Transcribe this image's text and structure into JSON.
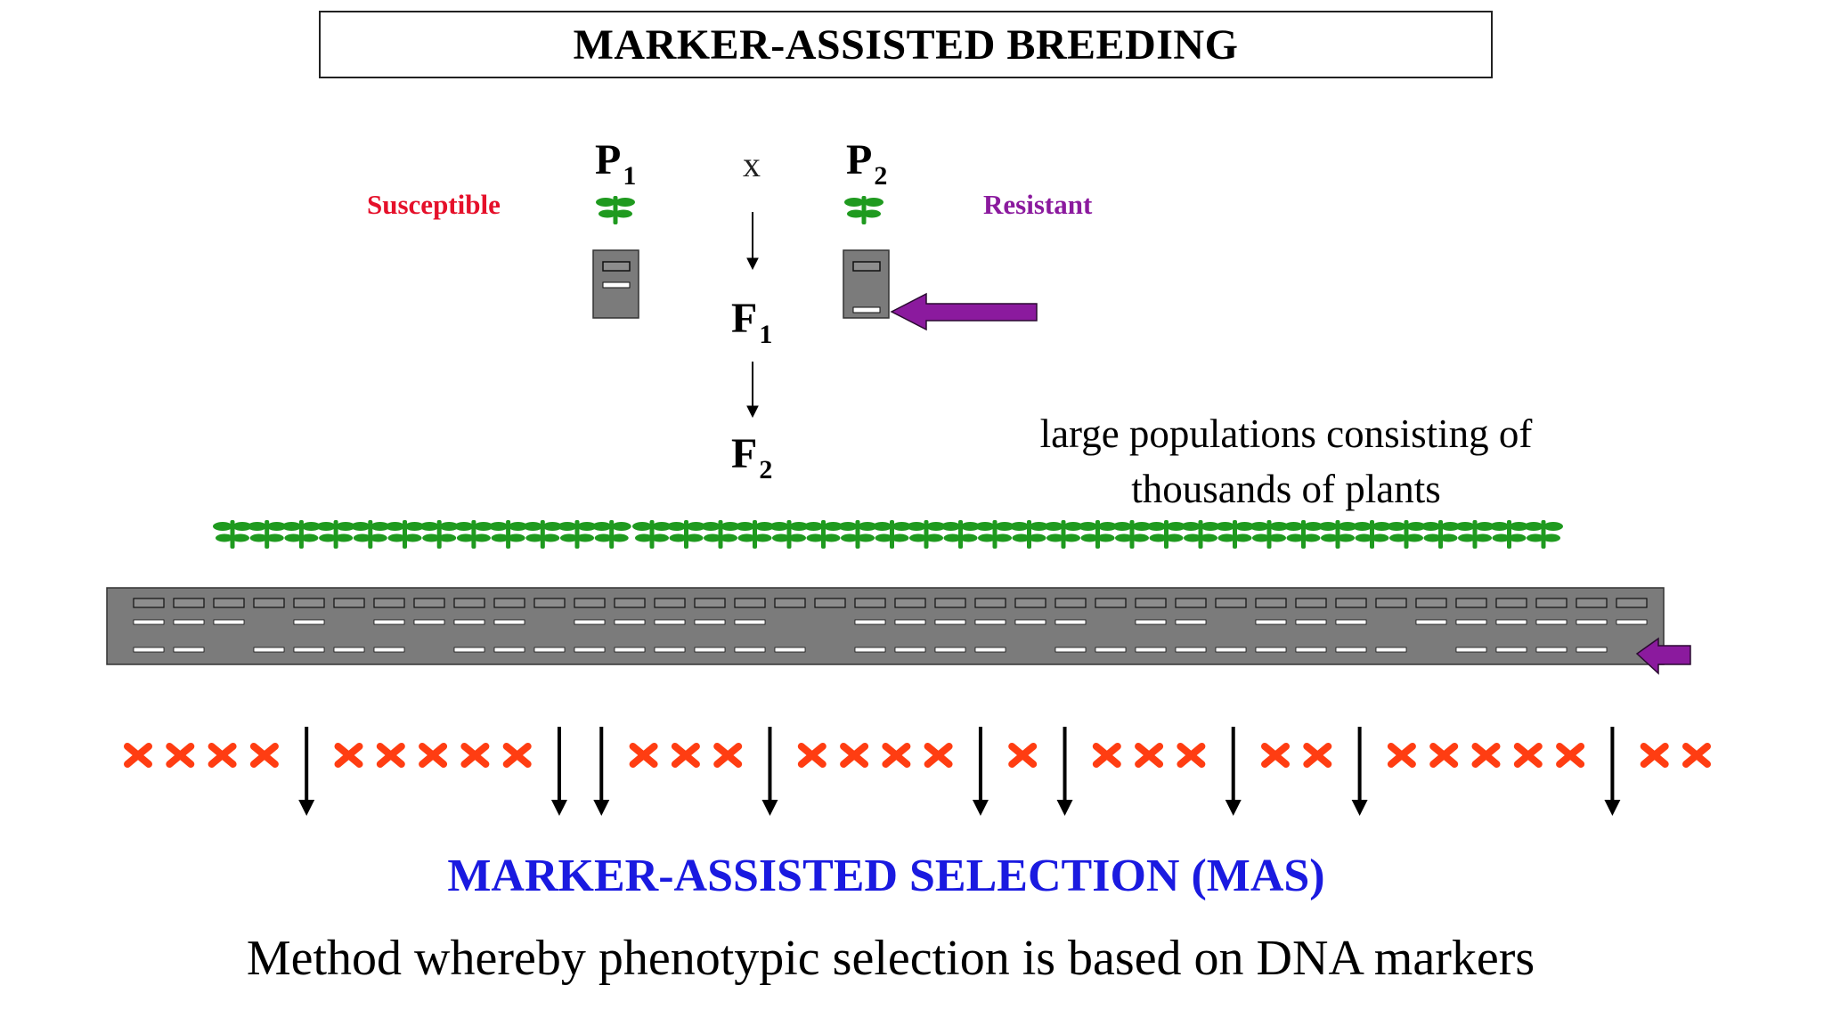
{
  "title": "MARKER-ASSISTED BREEDING",
  "parents": {
    "p1": {
      "base": "P",
      "sub": "1",
      "phenotype": "Susceptible",
      "phenotype_color": "#e5102a"
    },
    "p2": {
      "base": "P",
      "sub": "2",
      "phenotype": "Resistant",
      "phenotype_color": "#8b1a9e"
    },
    "cross_symbol": "x"
  },
  "generations": {
    "f1": {
      "base": "F",
      "sub": "1"
    },
    "f2": {
      "base": "F",
      "sub": "2"
    }
  },
  "population_note": [
    "large populations consisting of",
    "thousands of plants"
  ],
  "selection_marks": [
    "x",
    "x",
    "x",
    "x",
    "arrow",
    "x",
    "x",
    "x",
    "x",
    "x",
    "arrow",
    "arrow",
    "x",
    "x",
    "x",
    "arrow",
    "x",
    "x",
    "x",
    "x",
    "arrow",
    "x",
    "arrow",
    "x",
    "x",
    "x",
    "arrow",
    "x",
    "x",
    "arrow",
    "x",
    "x",
    "x",
    "x",
    "x",
    "arrow",
    "x",
    "x"
  ],
  "mas_label": "MARKER-ASSISTED SELECTION (MAS)",
  "method_text": "Method whereby phenotypic selection is based on DNA markers",
  "icons": {
    "plant": "seedling-icon",
    "gel": "gel-electrophoresis-icon",
    "reject": "red-x-icon",
    "select": "down-arrow-icon",
    "marker_pointer": "purple-arrow-icon"
  },
  "colors": {
    "plant": "#1f9a1f",
    "gel": "#7b7b7b",
    "reject": "#ff3d12",
    "arrow_marker": "#8b1a9e",
    "mas_text": "#1a1ae0"
  }
}
